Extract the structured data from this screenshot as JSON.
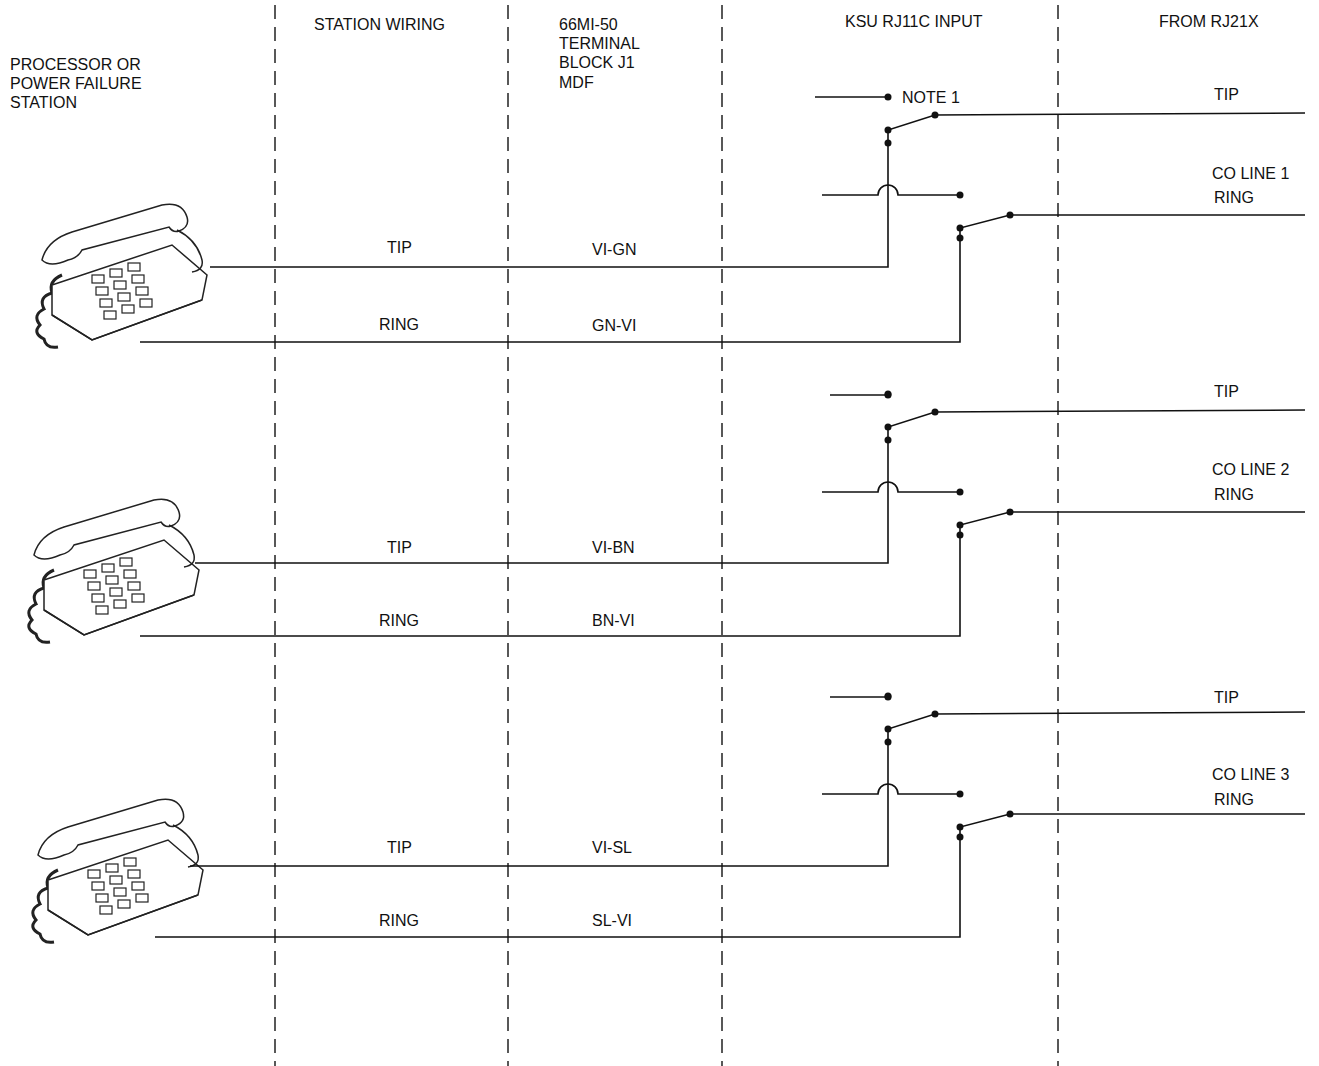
{
  "diagram": {
    "labels": [
      "PROCESSOR OR POWER FAILURE STATION",
      "STATION WIRING",
      "66MI-50 TERMINAL BLOCK J1 MDF",
      "KSU RJ11C INPUT",
      "FROM RJ21X",
      "NOTE 1",
      "TIP",
      "CO LINE 1",
      "RING",
      "TIP",
      "VI-GN",
      "RING",
      "GN-VI",
      "TIP",
      "CO LINE 2",
      "RING",
      "TIP",
      "VI-BN",
      "RING",
      "BN-VI",
      "TIP",
      "CO LINE 3",
      "RING",
      "TIP",
      "VI-SL",
      "RING",
      "SL-VI"
    ]
  }
}
